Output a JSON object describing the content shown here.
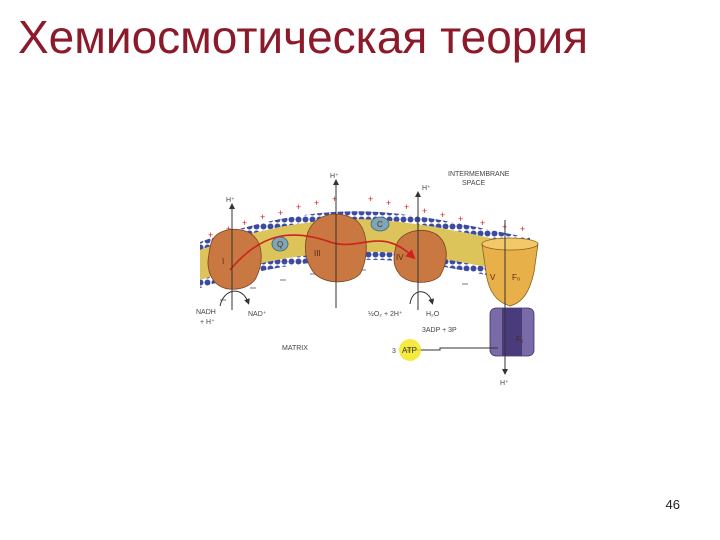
{
  "slide": {
    "title": "Хемиосмотическая теория",
    "page_number": "46"
  },
  "diagram": {
    "labels": {
      "intermembrane": "INTERMEMBRANE",
      "space": "SPACE",
      "matrix": "MATRIX",
      "nadh": "NADH",
      "h_plus_left": "+ H⁺",
      "nad_plus": "NAD⁺",
      "oxygen": "½O₂ + 2H⁺",
      "water": "H₂O",
      "adp": "3ADP + 3P",
      "atp_coef": "3",
      "atp": "ATP",
      "h_top1": "H⁺",
      "h_top2": "H⁺",
      "h_top3": "H⁺",
      "h_bottom": "H⁺",
      "complex_1": "I",
      "complex_3": "III",
      "complex_4": "IV",
      "f0": "F₀",
      "f1": "F₁",
      "q": "Q",
      "c": "C",
      "v": "V"
    },
    "colors": {
      "title": "#8b1a2a",
      "membrane_head": "#3c4aa0",
      "membrane_tail": "#e8d36a",
      "complex": "#c87840",
      "f0": "#e8b048",
      "f1": "#7a6aa8",
      "atp_highlight": "#f5e620",
      "electron_path": "#cc2222"
    }
  }
}
